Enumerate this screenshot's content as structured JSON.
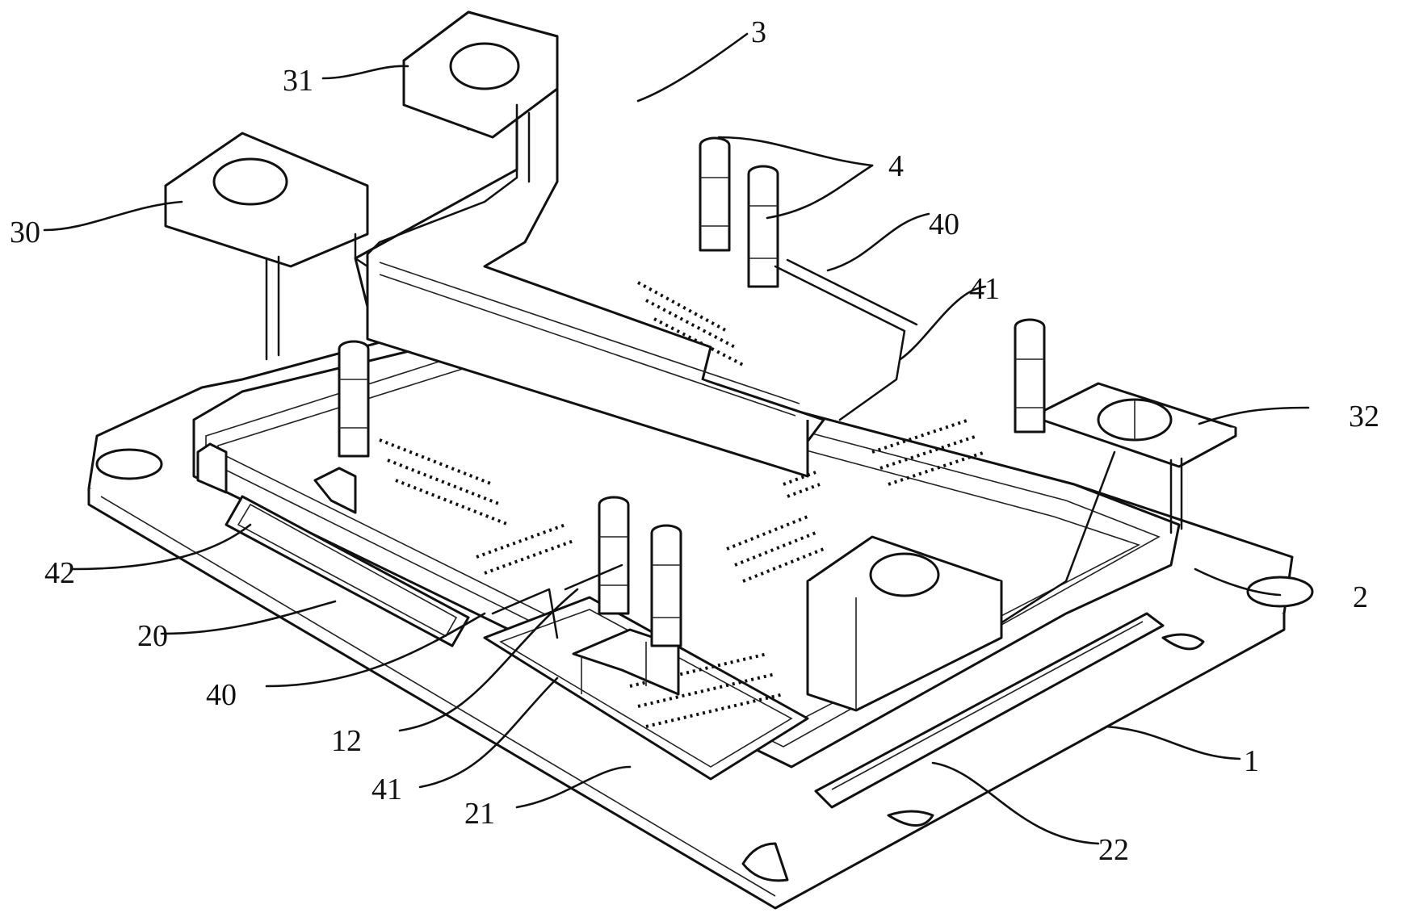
{
  "figure": {
    "labels": {
      "n3": "3",
      "n31": "31",
      "n30": "30",
      "n4": "4",
      "n40_top": "40",
      "n41_top": "41",
      "n32": "32",
      "n2": "2",
      "n42": "42",
      "n20": "20",
      "n40_left": "40",
      "n12": "12",
      "n41_bottom": "41",
      "n21": "21",
      "n1": "1",
      "n22": "22"
    }
  }
}
